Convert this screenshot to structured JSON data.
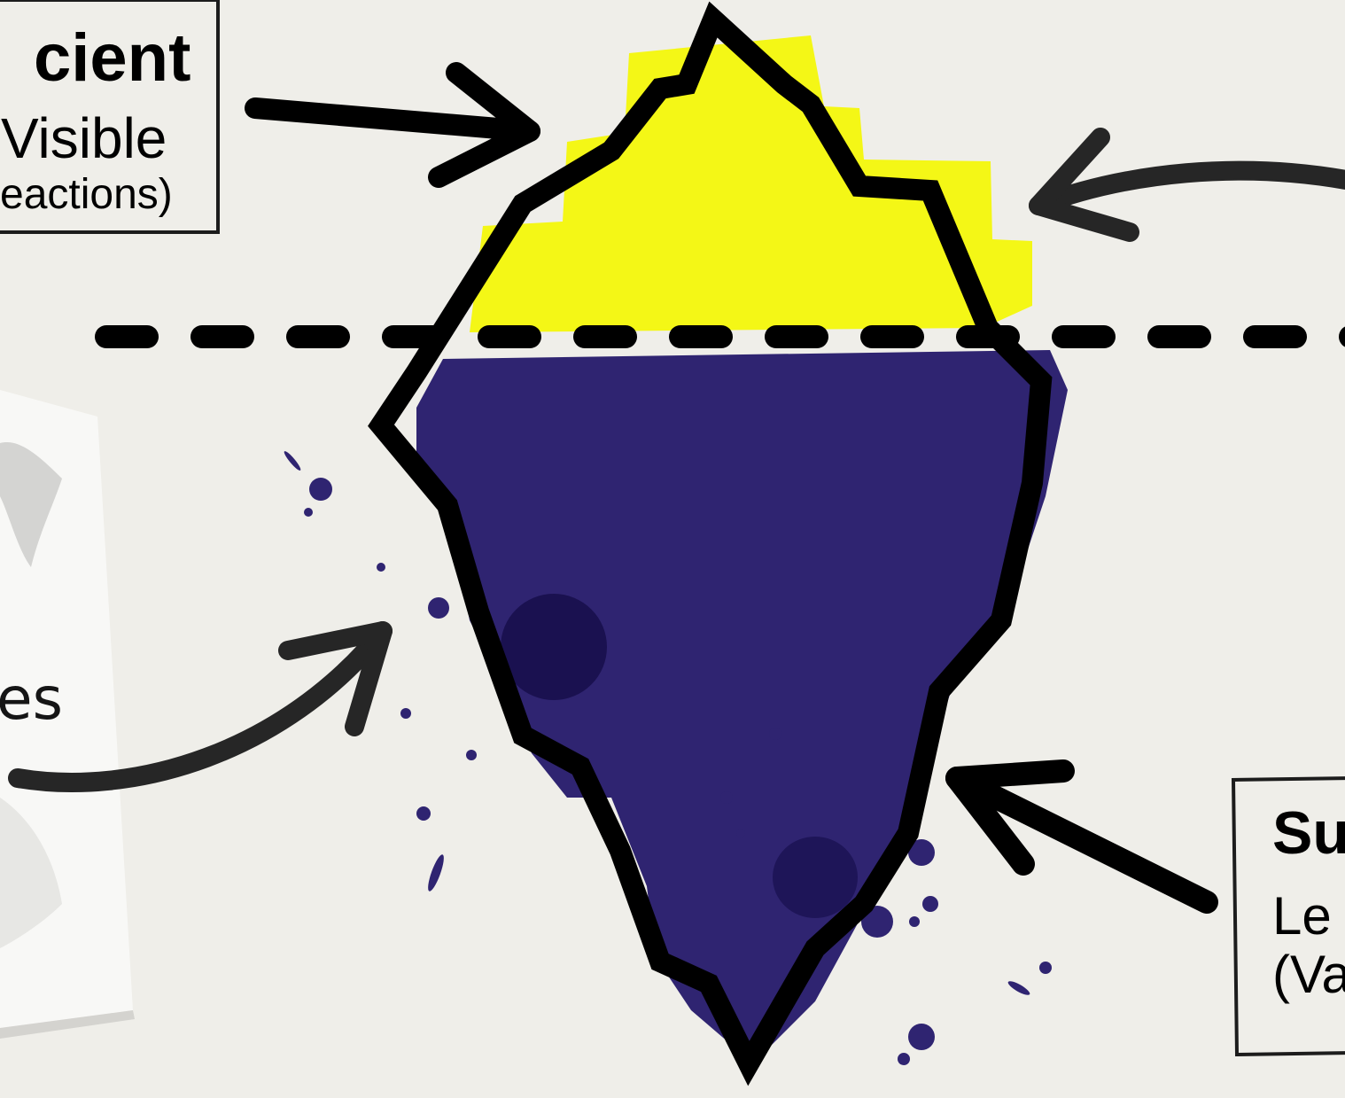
{
  "labels": {
    "top_left_bold": "cient",
    "top_left_regular": "Visible",
    "top_left_small": "eactions)",
    "left_note": "es",
    "bottom_right_bold": "Su",
    "bottom_right_line1": "Le",
    "bottom_right_line2": "(Va"
  },
  "colors": {
    "background": "#efeee9",
    "tip_yellow": "#f4f716",
    "base_indigo": "#2f2471",
    "ink": "#000000"
  }
}
